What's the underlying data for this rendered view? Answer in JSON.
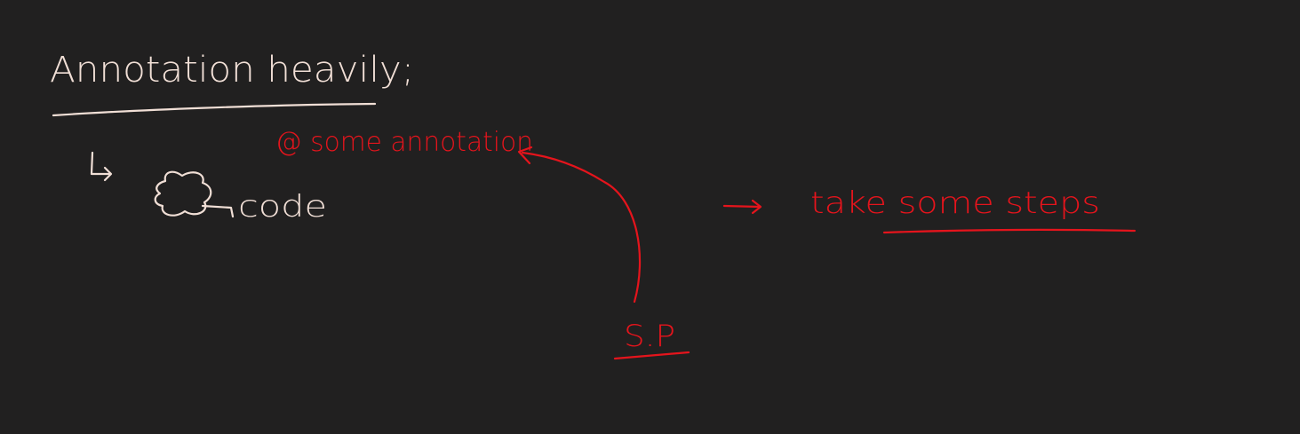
{
  "colors": {
    "background": "#212020",
    "ink_white": "#f1dfd6",
    "ink_red": "#e5141c"
  },
  "notes": {
    "heading": "Annotation heavily;",
    "code_label": "code",
    "annotation_label": "@ some annotation",
    "steps_label": "take some steps",
    "sp_label": "S.P"
  },
  "icons": {
    "bullet": "down-right-arrow-icon",
    "code_block": "curly-brace-icon",
    "pointer": "right-arrow-icon"
  }
}
